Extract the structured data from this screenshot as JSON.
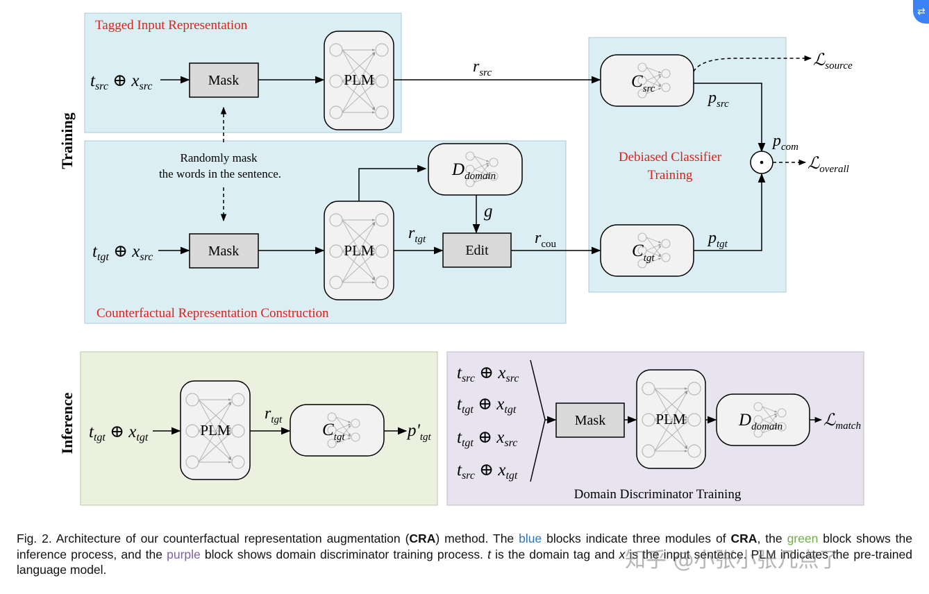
{
  "panels": {
    "tagged": "Tagged Input Representation",
    "counterfactual": "Counterfactual Representation Construction",
    "debiased": [
      "Debiased Classifier",
      "Training"
    ],
    "domain_disc": "Domain Discriminator Training"
  },
  "side_labels": {
    "training": "Training",
    "inference": "Inference"
  },
  "modules": {
    "mask": "Mask",
    "plm": "PLM",
    "edit": "Edit"
  },
  "note": [
    "Randomly mask",
    "the words in the sentence."
  ],
  "caption": {
    "prefix": "Fig. 2. Architecture of our counterfactual representation augmentation (",
    "cra": "CRA",
    "part2": ") method. The ",
    "blue": "blue",
    "part3": " blocks indicate three modules of ",
    "part4": ", the ",
    "green": "green",
    "part5": " block shows the inference process, and the ",
    "purple": "purple",
    "part6": " block shows domain discriminator training process. ",
    "tag_symbol": "t",
    "part7": " is the domain tag and ",
    "x_symbol": "x",
    "part8": " is the input sentence. PLM indicates the pre-trained language model."
  },
  "watermark": "知乎 @小张小张几点了",
  "colors": {
    "blue_panel": "#daeef3",
    "green_panel": "#ebf1de",
    "purple_panel": "#e8e4ef",
    "red_text": "#e0201b",
    "caption_blue": "#2e75b6",
    "caption_green": "#70ad47",
    "caption_purple": "#7f5fa8",
    "box_gray": "#d9d9d9",
    "rounded_fill": "#f2f2f2"
  }
}
